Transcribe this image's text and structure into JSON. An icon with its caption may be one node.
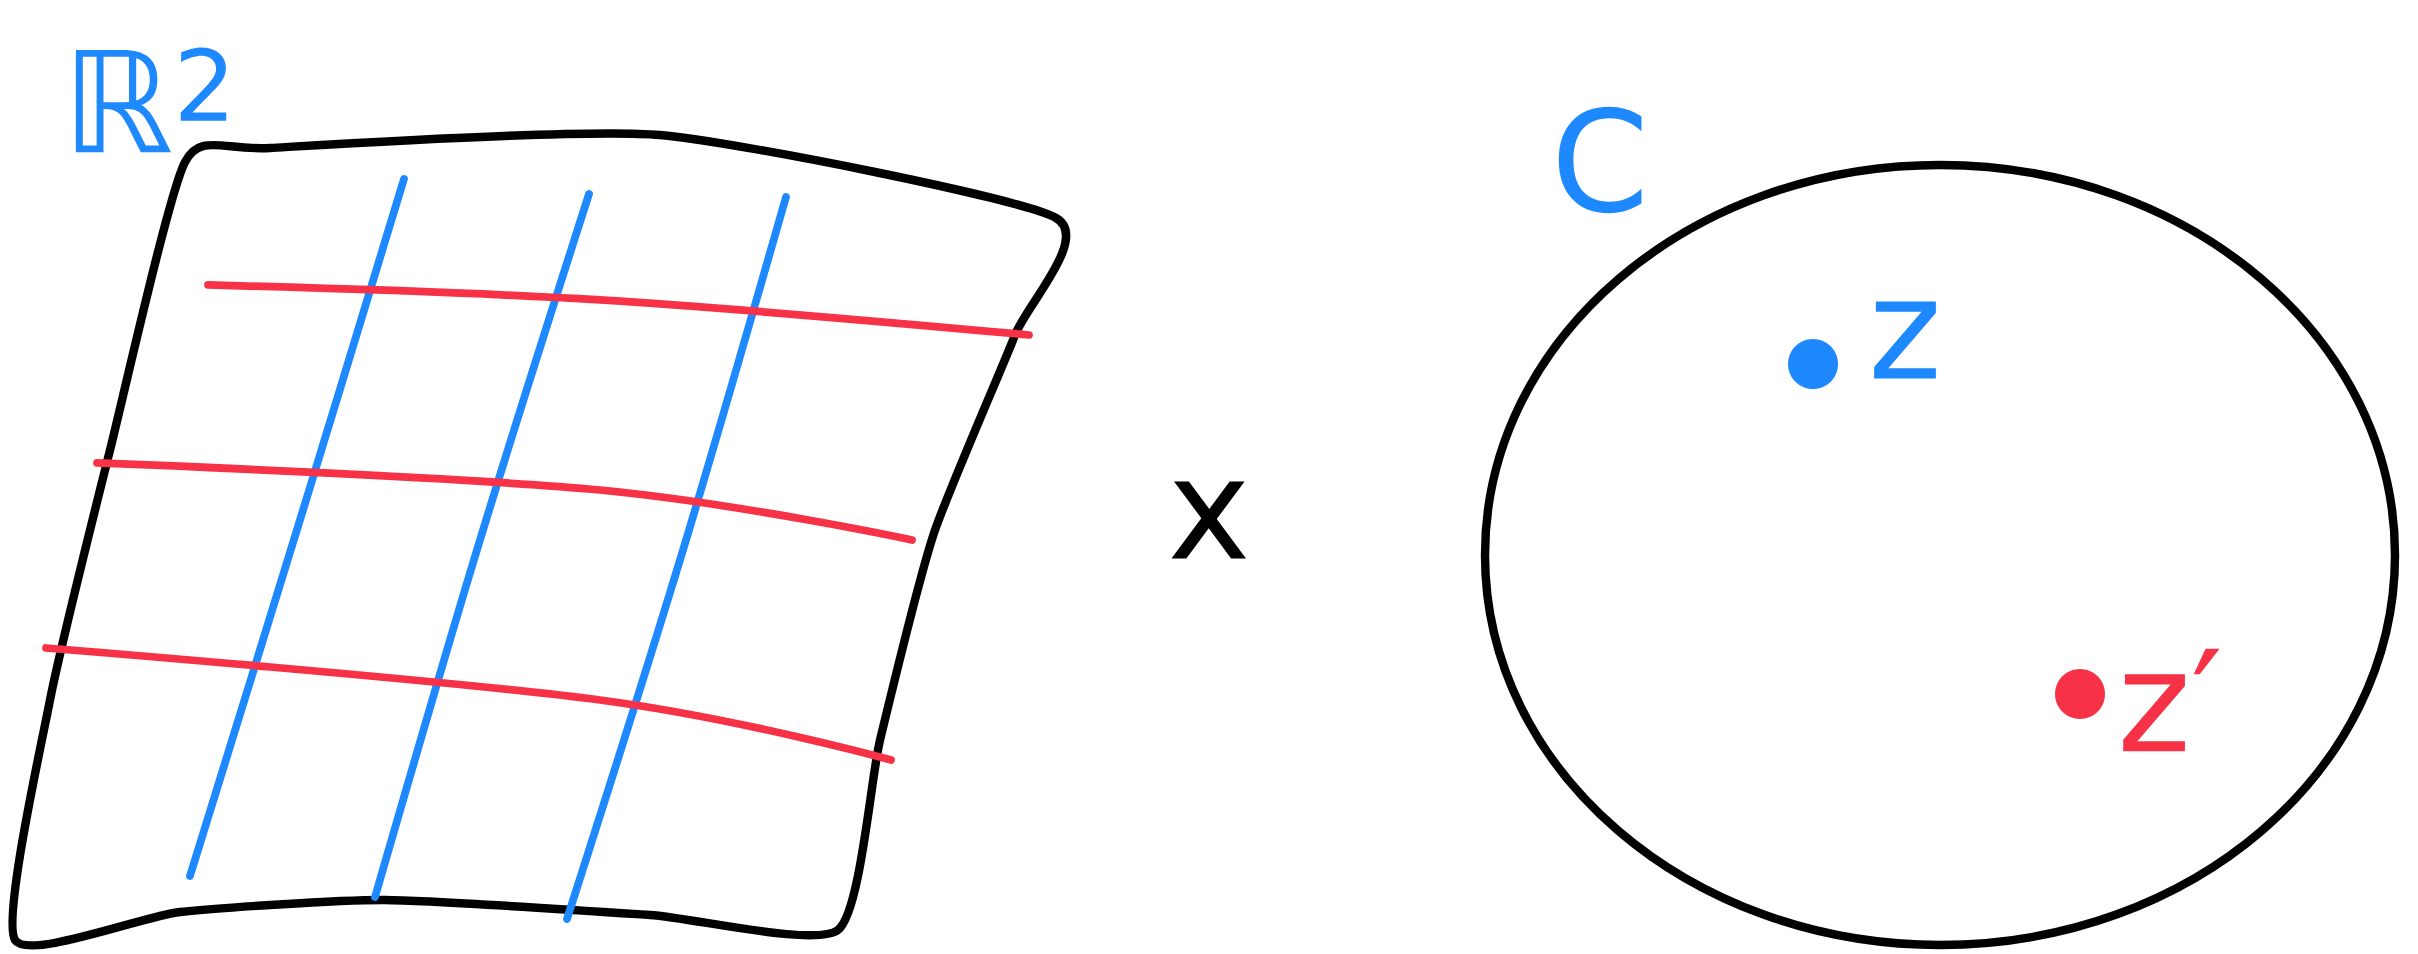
{
  "diagram": {
    "nodes": [
      {
        "text": [
          "ℝ$^{2}$"
        ]
      },
      {
        "text": [
          "C"
        ]
      },
      {
        "text": [],
        "shape": "circle",
        "in": 1,
        "beside": [
          "z"
        ]
      },
      {
        "text": [],
        "shape": "circle",
        "in": 1,
        "beside": [
          "z′"
        ]
      }
    ],
    "labels": [
      "x"
    ]
  }
}
